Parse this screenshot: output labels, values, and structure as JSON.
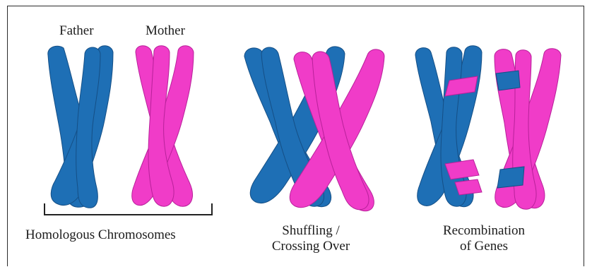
{
  "labels": {
    "father": "Father",
    "mother": "Mother",
    "homologous": "Homologous Chromosomes",
    "shuffling_line1": "Shuffling /",
    "shuffling_line2": "Crossing Over",
    "recombination_line1": "Recombination",
    "recombination_line2": "of Genes"
  },
  "colors": {
    "paternal": "#1e6fb5",
    "paternal_dark": "#154f86",
    "maternal": "#f03cc8",
    "maternal_dark": "#b8219a",
    "bracket": "#222222",
    "frame": "#2b2b2b"
  }
}
